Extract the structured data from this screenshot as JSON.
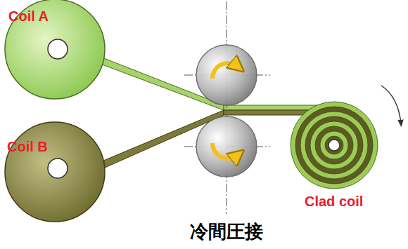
{
  "diagram": {
    "caption": "冷間圧接",
    "nodes": [
      {
        "text": [
          "Coil A"
        ]
      },
      {
        "text": [
          "Coil B"
        ]
      },
      {
        "text": [
          "Clad coil"
        ]
      }
    ]
  }
}
